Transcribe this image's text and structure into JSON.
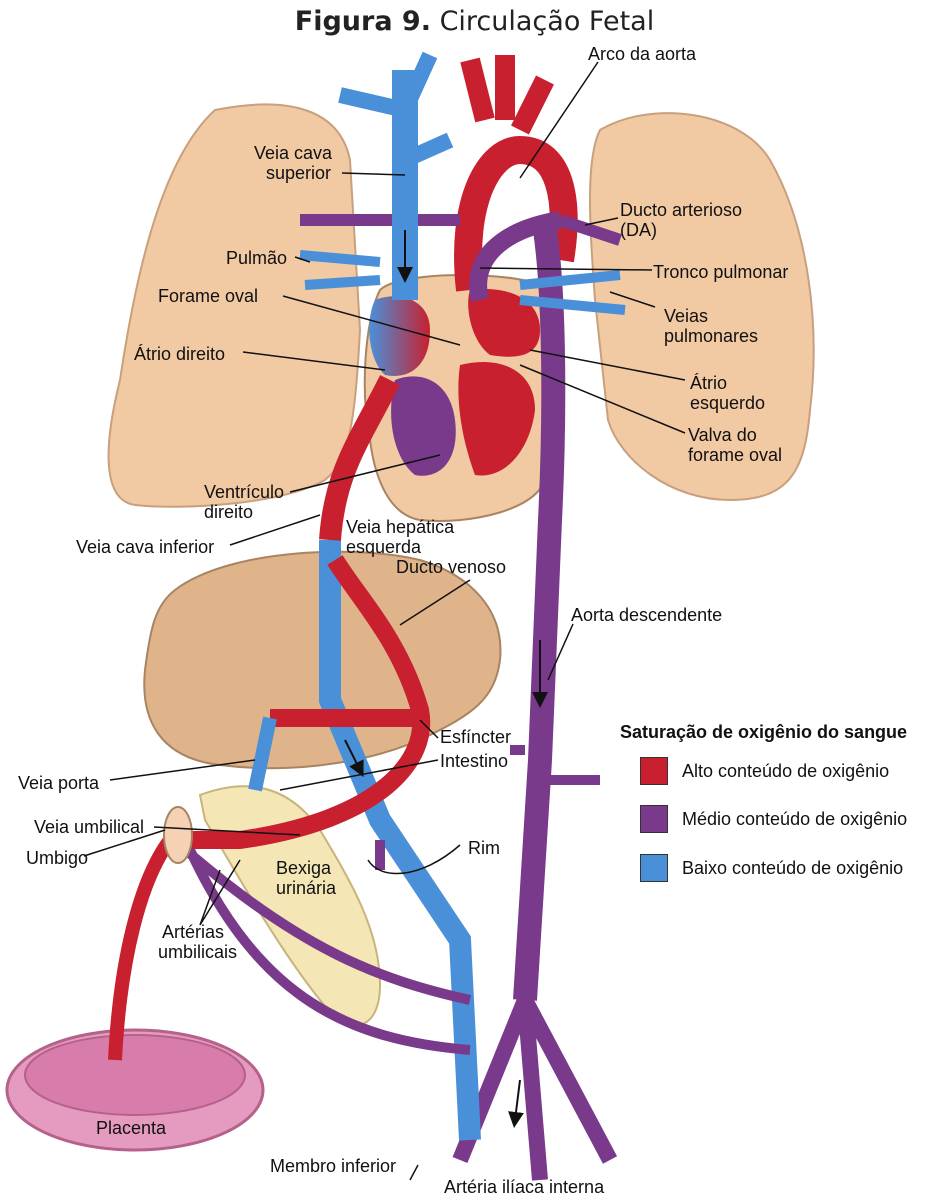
{
  "title": {
    "bold": "Figura 9.",
    "rest": " Circulação Fetal"
  },
  "labels": {
    "arco_aorta": "Arco da aorta",
    "veia_cava_superior_1": "Veia cava",
    "veia_cava_superior_2": "superior",
    "ducto_arterioso_1": "Ducto arterioso",
    "ducto_arterioso_2": "(DA)",
    "pulmao": "Pulmão",
    "tronco_pulmonar": "Tronco pulmonar",
    "forame_oval": "Forame oval",
    "veias_pulmonares_1": "Veias",
    "veias_pulmonares_2": "pulmonares",
    "atrio_direito": "Átrio direito",
    "atrio_esquerdo_1": "Átrio",
    "atrio_esquerdo_2": "esquerdo",
    "valva_forame_1": "Valva do",
    "valva_forame_2": "forame oval",
    "ventriculo_direito_1": "Ventrículo",
    "ventriculo_direito_2": "direito",
    "veia_cava_inferior": "Veia cava inferior",
    "veia_hepatica_1": "Veia hepática",
    "veia_hepatica_2": "esquerda",
    "ducto_venoso": "Ducto venoso",
    "aorta_descendente": "Aorta descendente",
    "esfincter": "Esfíncter",
    "intestino": "Intestino",
    "veia_porta": "Veia porta",
    "veia_umbilical": "Veia umbilical",
    "rim": "Rim",
    "umbigo": "Umbigo",
    "bexiga_1": "Bexiga",
    "bexiga_2": "urinária",
    "arterias_umbilicais_1": "Artérias",
    "arterias_umbilicais_2": "umbilicais",
    "placenta": "Placenta",
    "membro_inferior": "Membro inferior",
    "arteria_iliaca": "Artéria ilíaca interna"
  },
  "legend": {
    "title": "Saturação de oxigênio do sangue",
    "items": [
      {
        "label": "Alto conteúdo de oxigênio",
        "color": "#c8202e"
      },
      {
        "label": "Médio conteúdo de oxigênio",
        "color": "#7a3a8c"
      },
      {
        "label": "Baixo conteúdo de oxigênio",
        "color": "#4a90d9"
      }
    ]
  },
  "colors": {
    "high": "#c8202e",
    "medium": "#7a3a8c",
    "low": "#4a90d9",
    "organ": "#f1c9a3",
    "liver": "#dfb48b",
    "bladder": "#f4e7b5",
    "placenta": "#e59bc0"
  }
}
